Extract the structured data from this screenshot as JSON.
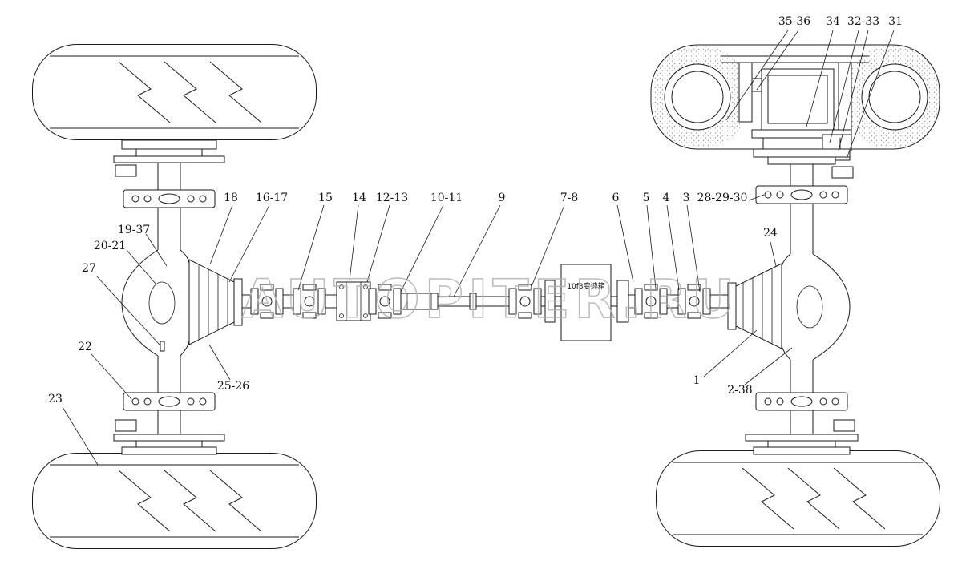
{
  "diagram": {
    "watermark": "AUTOPITER.RU",
    "transfer_case_label": "10f3变速箱",
    "callouts": {
      "n35_36": "35-36",
      "n34": "34",
      "n32_33": "32-33",
      "n31": "31",
      "n28_29_30": "28-29-30",
      "n3": "3",
      "n4": "4",
      "n5": "5",
      "n6": "6",
      "n7_8": "7-8",
      "n9": "9",
      "n10_11": "10-11",
      "n12_13": "12-13",
      "n14": "14",
      "n15": "15",
      "n16_17": "16-17",
      "n18": "18",
      "n19_37": "19-37",
      "n20_21": "20-21",
      "n27": "27",
      "n22": "22",
      "n23": "23",
      "n25_26": "25-26",
      "n24": "24",
      "n1": "1",
      "n2_38": "2-38"
    }
  }
}
